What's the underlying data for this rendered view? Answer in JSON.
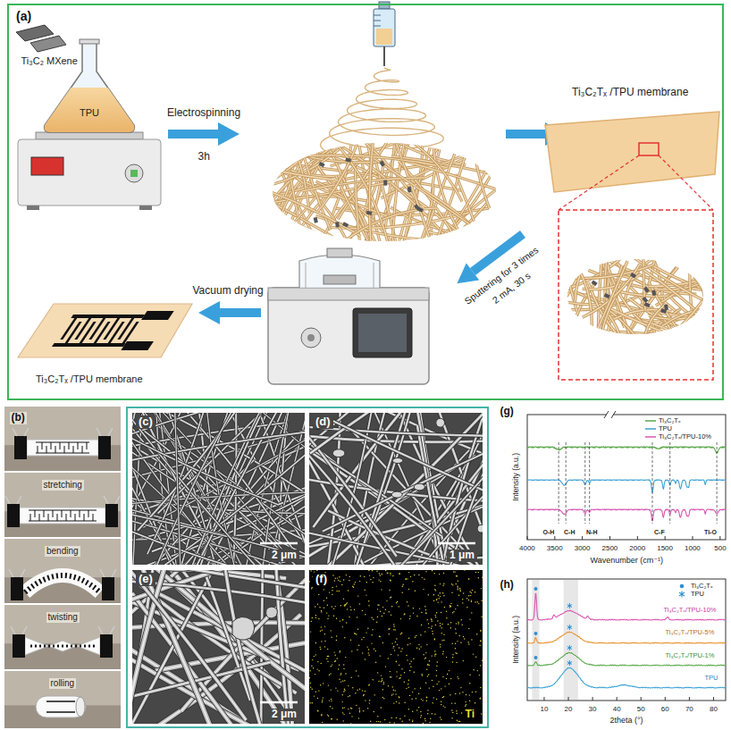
{
  "diagram": {
    "nodes": [
      {
        "text": [
          "(a)"
        ]
      },
      {
        "text": [
          "(c)",
          "2 μm"
        ]
      },
      {
        "text": [
          "(d)",
          "1 μm"
        ]
      },
      {
        "text": [
          "(e)",
          "2 μm"
        ]
      },
      {
        "text": [
          "(f)",
          "Ti"
        ]
      }
    ],
    "labels": [
      "Ti₃C₂ MXene",
      "TPU",
      "Electrospinning",
      "3h",
      "Ti₃C₂Tₓ /TPU membrane",
      "Sputtering for 3 times",
      "2 mA, 30 s",
      "Vacuum drying",
      "Ti₃C₂Tₓ /TPU membrane",
      "(b)",
      "stretching",
      "bending",
      "twisting",
      "rolling",
      "(g)",
      "Intensity (a.u.)",
      "Wavenumber (cm⁻¹)",
      "4000",
      "3500",
      "3000",
      "2500",
      "2000",
      "1500",
      "1000",
      "500",
      "O-H",
      "C-H",
      "N-H",
      "C-F",
      "Ti-O",
      "(h)",
      "Intensity (a.u.)",
      "2theta (°)",
      "10",
      "20",
      "30",
      "40",
      "50",
      "60",
      "70",
      "80",
      "Ti₃C₂Tₓ/TPU-10%",
      "Ti₃C₂Tₓ/TPU-5%",
      "Ti₃C₂Tₓ/TPU-1%",
      "TPU"
    ],
    "legend": [
      {
        "text": "Ti₃C₂Tₓ"
      },
      {
        "text": "TPU"
      },
      {
        "text": "Ti₃C₂Tₓ/TPU-10%"
      },
      {
        "text": "Ti₃C₂Tₓ"
      },
      {
        "text": "TPU"
      }
    ]
  }
}
